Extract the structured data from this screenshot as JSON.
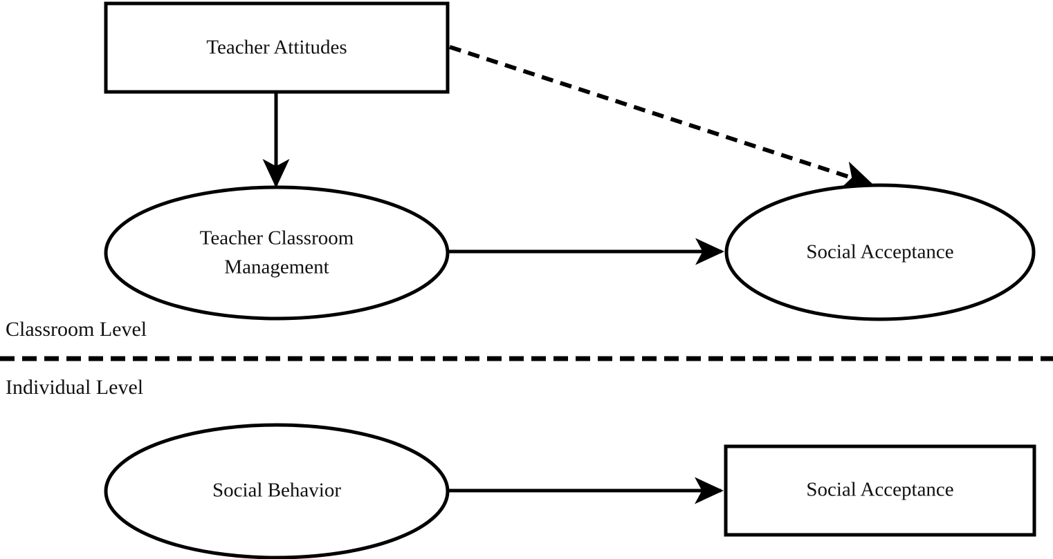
{
  "figure": {
    "type": "path-diagram",
    "background_color": "#ffffff",
    "line_color": "#000000"
  },
  "levels": [
    {
      "id": "classroom",
      "label": "Classroom Level"
    },
    {
      "id": "individual",
      "label": "Individual Level"
    }
  ],
  "nodes": [
    {
      "id": "teacher-attitudes",
      "label": "Teacher Attitudes",
      "shape": "rectangle",
      "level": "classroom",
      "lines": [
        "Teacher Attitudes"
      ]
    },
    {
      "id": "teacher-classroom-management",
      "label": "Teacher Classroom Management",
      "shape": "ellipse",
      "level": "classroom",
      "lines": [
        "Teacher Classroom",
        "Management"
      ]
    },
    {
      "id": "social-acceptance-classroom",
      "label": "Social Acceptance",
      "shape": "ellipse",
      "level": "classroom",
      "lines": [
        "Social Acceptance"
      ]
    },
    {
      "id": "social-behavior",
      "label": "Social Behavior",
      "shape": "ellipse",
      "level": "individual",
      "lines": [
        "Social Behavior"
      ]
    },
    {
      "id": "social-acceptance-individual",
      "label": "Social Acceptance",
      "shape": "rectangle",
      "level": "individual",
      "lines": [
        "Social Acceptance"
      ]
    }
  ],
  "edges": [
    {
      "id": "attitudes-to-management",
      "from": "teacher-attitudes",
      "to": "teacher-classroom-management",
      "style": "solid",
      "arrowhead": true,
      "orientation": "vertical"
    },
    {
      "id": "attitudes-to-acceptance",
      "from": "teacher-attitudes",
      "to": "social-acceptance-classroom",
      "style": "dashed",
      "arrowhead": true,
      "orientation": "diagonal"
    },
    {
      "id": "management-to-acceptance",
      "from": "teacher-classroom-management",
      "to": "social-acceptance-classroom",
      "style": "solid",
      "arrowhead": true,
      "orientation": "horizontal"
    },
    {
      "id": "behavior-to-acceptance",
      "from": "social-behavior",
      "to": "social-acceptance-individual",
      "style": "solid",
      "arrowhead": true,
      "orientation": "horizontal"
    }
  ],
  "divider": {
    "id": "level-divider",
    "style": "dashed",
    "above_label": "Classroom Level",
    "below_label": "Individual Level"
  }
}
